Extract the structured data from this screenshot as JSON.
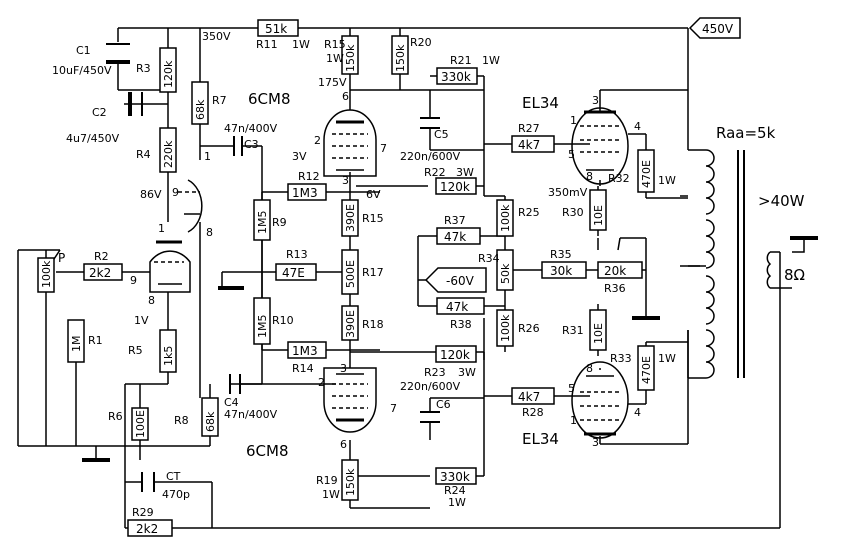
{
  "supply": {
    "hv": "450V",
    "r11_value": "51k",
    "r11_label": "R11",
    "r11_power": "1W"
  },
  "tubes": {
    "driver": "6CM8",
    "output": "EL34"
  },
  "voltages": {
    "v350": "350V",
    "v175": "175V",
    "v86": "86V",
    "v3": "3V",
    "v6": "6V",
    "v1": "1V",
    "bias": "-60V",
    "mv350": "350mV"
  },
  "transformer": {
    "raa": "Raa=5k",
    "power": ">40W",
    "speaker": "8Ω"
  },
  "caps": {
    "c1": "C1",
    "c1v": "10uF/450V",
    "c2": "C2",
    "c2v": "4u7/450V",
    "c3": "C3",
    "c3v": "47n/400V",
    "c4": "C4",
    "c4v": "47n/400V",
    "c5": "C5",
    "c5v": "220n/600V",
    "c6": "C6",
    "c6v": "220n/600V",
    "ct": "CT",
    "ctv": "470p"
  },
  "resistors": {
    "r3": "R3",
    "r3v": "120k",
    "r4": "R4",
    "r4v": "220k",
    "r7": "R7",
    "r7v": "68k",
    "r15": "R15",
    "r15p": "1W",
    "r15v": "150k",
    "r20": "R20",
    "r20v": "150k",
    "r21": "R21",
    "r21p": "1W",
    "r21v": "330k",
    "r27": "R27",
    "r27v": "4k7",
    "r22": "R22",
    "r22p": "3W",
    "r22v": "120k",
    "r12": "R12",
    "r12v": "1M3",
    "r9": "R9",
    "r9v": "1M5",
    "r13": "R13",
    "r13v": "47E",
    "r17": "R17",
    "r17v": "500E",
    "r15b": "R15",
    "r15bv": "390E",
    "r18": "R18",
    "r18v": "390E",
    "r10": "R10",
    "r10v": "1M5",
    "r14": "R14",
    "r14v": "1M3",
    "r25": "R25",
    "r25v": "100k",
    "r26": "R26",
    "r26v": "100k",
    "r37": "R37",
    "r37v": "47k",
    "r38": "R38",
    "r38v": "47k",
    "r34": "R34",
    "r34v": "50k",
    "r35": "R35",
    "r35v": "30k",
    "r36": "R36",
    "r36v": "20k",
    "r30": "R30",
    "r30v": "10E",
    "r31": "R31",
    "r31v": "10E",
    "r32": "R32",
    "r32v": "470E",
    "r32p": "1W",
    "r33": "R33",
    "r33v": "470E",
    "r33p": "1W",
    "r23": "R23",
    "r23p": "3W",
    "r23v": "120k",
    "r28": "R28",
    "r28v": "4k7",
    "r24": "R24",
    "r24p": "1W",
    "r24v": "330k",
    "r19": "R19",
    "r19p": "1W",
    "r19v": "150k",
    "r2": "R2",
    "r2v": "2k2",
    "r1": "R1",
    "r1v": "1M",
    "p": "P",
    "pv": "100k",
    "r5": "R5",
    "r5v": "1k5",
    "r6": "R6",
    "r6v": "100E",
    "r8": "R8",
    "r8v": "68k",
    "r29": "R29",
    "r29v": "2k2"
  },
  "pins": {
    "p1": "1",
    "p2": "2",
    "p3": "3",
    "p4": "4",
    "p5": "5",
    "p6": "6",
    "p7": "7",
    "p8": "8",
    "p9": "9"
  }
}
